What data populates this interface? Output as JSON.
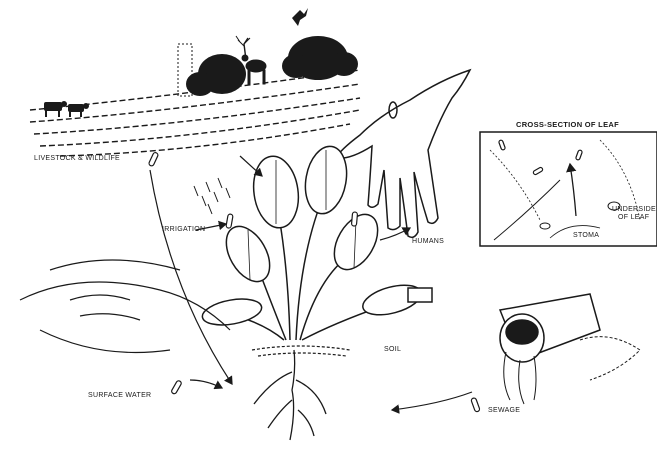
{
  "labels": {
    "livestock": "LIVESTOCK & WILDLIFE",
    "irrigation": "IRRIGATION",
    "humans": "HUMANS",
    "surface_water": "SURFACE WATER",
    "soil": "SOIL",
    "sewage": "SEWAGE",
    "cross_section_title": "CROSS-SECTION OF LEAF",
    "underside": "UNDERSIDE",
    "of_leaf": "OF LEAF",
    "stoma": "STOMA"
  },
  "colors": {
    "ink": "#1a1a1a",
    "background": "#ffffff"
  }
}
